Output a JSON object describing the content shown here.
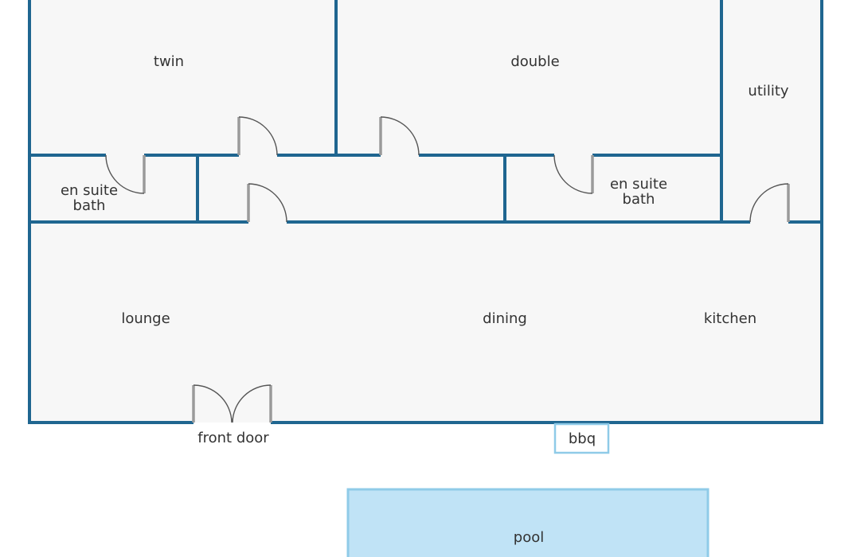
{
  "rooms": {
    "twin": "twin",
    "double": "double",
    "utility": "utility",
    "ensuite_left_line1": "en suite",
    "ensuite_left_line2": "bath",
    "ensuite_right_line1": "en suite",
    "ensuite_right_line2": "bath",
    "lounge": "lounge",
    "dining": "dining",
    "kitchen": "kitchen"
  },
  "outside": {
    "front_door": "front door",
    "bbq": "bbq",
    "pool": "pool"
  },
  "colors": {
    "wall": "#1f6690",
    "floor": "#f7f7f7",
    "door": "#9a9a9a",
    "pool_fill": "#c0e3f6",
    "pool_border": "#8fcbe8",
    "text": "#333333"
  }
}
